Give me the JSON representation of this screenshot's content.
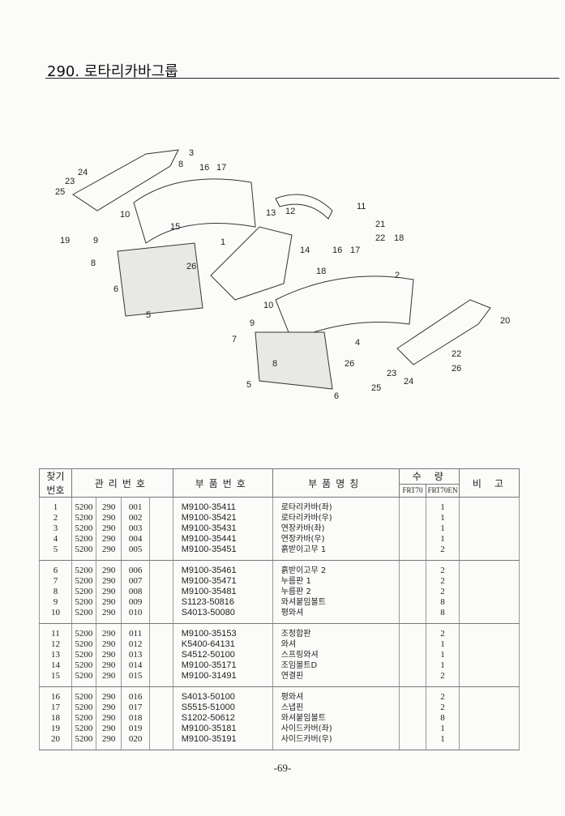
{
  "title": "290. 로타리카바그룹",
  "diagram": {
    "callouts": [
      "3",
      "8",
      "16",
      "17",
      "24",
      "23",
      "25",
      "19",
      "9",
      "10",
      "15",
      "1",
      "8",
      "26",
      "6",
      "5",
      "13",
      "12",
      "11",
      "21",
      "22",
      "18",
      "14",
      "16",
      "17",
      "2",
      "18",
      "10",
      "9",
      "7",
      "4",
      "26",
      "8",
      "5",
      "6",
      "20",
      "22",
      "26",
      "23",
      "24",
      "25"
    ]
  },
  "table": {
    "headers": {
      "ref_no": "찾기번호",
      "mgmt_no": "관리번호",
      "part_no": "부품번호",
      "part_name": "부품명칭",
      "qty": "수량",
      "qty_frt70": "FRT70",
      "qty_frt70en": "FRT70EN",
      "remarks": "비고"
    },
    "rows": [
      {
        "ref": "1",
        "m1": "5200",
        "m2": "290",
        "m3": "001",
        "part_no": "M9100-35411",
        "name": "로타리카바(좌)",
        "frt70": "",
        "frt70en": "1"
      },
      {
        "ref": "2",
        "m1": "5200",
        "m2": "290",
        "m3": "002",
        "part_no": "M9100-35421",
        "name": "로타리카바(우)",
        "frt70": "",
        "frt70en": "1"
      },
      {
        "ref": "3",
        "m1": "5200",
        "m2": "290",
        "m3": "003",
        "part_no": "M9100-35431",
        "name": "연장카바(좌)",
        "frt70": "",
        "frt70en": "1"
      },
      {
        "ref": "4",
        "m1": "5200",
        "m2": "290",
        "m3": "004",
        "part_no": "M9100-35441",
        "name": "연장카바(우)",
        "frt70": "",
        "frt70en": "1"
      },
      {
        "ref": "5",
        "m1": "5200",
        "m2": "290",
        "m3": "005",
        "part_no": "M9100-35451",
        "name": "흙받이고무 1",
        "frt70": "",
        "frt70en": "2"
      },
      {
        "ref": "6",
        "m1": "5200",
        "m2": "290",
        "m3": "006",
        "part_no": "M9100-35461",
        "name": "흙받이고무 2",
        "frt70": "",
        "frt70en": "2"
      },
      {
        "ref": "7",
        "m1": "5200",
        "m2": "290",
        "m3": "007",
        "part_no": "M9100-35471",
        "name": "누름판 1",
        "frt70": "",
        "frt70en": "2"
      },
      {
        "ref": "8",
        "m1": "5200",
        "m2": "290",
        "m3": "008",
        "part_no": "M9100-35481",
        "name": "누름판 2",
        "frt70": "",
        "frt70en": "2"
      },
      {
        "ref": "9",
        "m1": "5200",
        "m2": "290",
        "m3": "009",
        "part_no": "S1123-50816",
        "name": "와셔붙임볼트",
        "frt70": "",
        "frt70en": "8"
      },
      {
        "ref": "10",
        "m1": "5200",
        "m2": "290",
        "m3": "010",
        "part_no": "S4013-50080",
        "name": "평와셔",
        "frt70": "",
        "frt70en": "8"
      },
      {
        "ref": "11",
        "m1": "5200",
        "m2": "290",
        "m3": "011",
        "part_no": "M9100-35153",
        "name": "조정합판",
        "frt70": "",
        "frt70en": "2"
      },
      {
        "ref": "12",
        "m1": "5200",
        "m2": "290",
        "m3": "012",
        "part_no": "K5400-64131",
        "name": "와셔",
        "frt70": "",
        "frt70en": "1"
      },
      {
        "ref": "13",
        "m1": "5200",
        "m2": "290",
        "m3": "013",
        "part_no": "S4512-50100",
        "name": "스프링와셔",
        "frt70": "",
        "frt70en": "1"
      },
      {
        "ref": "14",
        "m1": "5200",
        "m2": "290",
        "m3": "014",
        "part_no": "M9100-35171",
        "name": "조임볼트D",
        "frt70": "",
        "frt70en": "1"
      },
      {
        "ref": "15",
        "m1": "5200",
        "m2": "290",
        "m3": "015",
        "part_no": "M9100-31491",
        "name": "연결핀",
        "frt70": "",
        "frt70en": "2"
      },
      {
        "ref": "16",
        "m1": "5200",
        "m2": "290",
        "m3": "016",
        "part_no": "S4013-50100",
        "name": "평와셔",
        "frt70": "",
        "frt70en": "2"
      },
      {
        "ref": "17",
        "m1": "5200",
        "m2": "290",
        "m3": "017",
        "part_no": "S5515-51000",
        "name": "스냅핀",
        "frt70": "",
        "frt70en": "2"
      },
      {
        "ref": "18",
        "m1": "5200",
        "m2": "290",
        "m3": "018",
        "part_no": "S1202-50612",
        "name": "와셔붙임볼트",
        "frt70": "",
        "frt70en": "8"
      },
      {
        "ref": "19",
        "m1": "5200",
        "m2": "290",
        "m3": "019",
        "part_no": "M9100-35181",
        "name": "사이드카버(좌)",
        "frt70": "",
        "frt70en": "1"
      },
      {
        "ref": "20",
        "m1": "5200",
        "m2": "290",
        "m3": "020",
        "part_no": "M9100-35191",
        "name": "사이드카버(우)",
        "frt70": "",
        "frt70en": "1"
      }
    ]
  },
  "page_number": "-69-"
}
